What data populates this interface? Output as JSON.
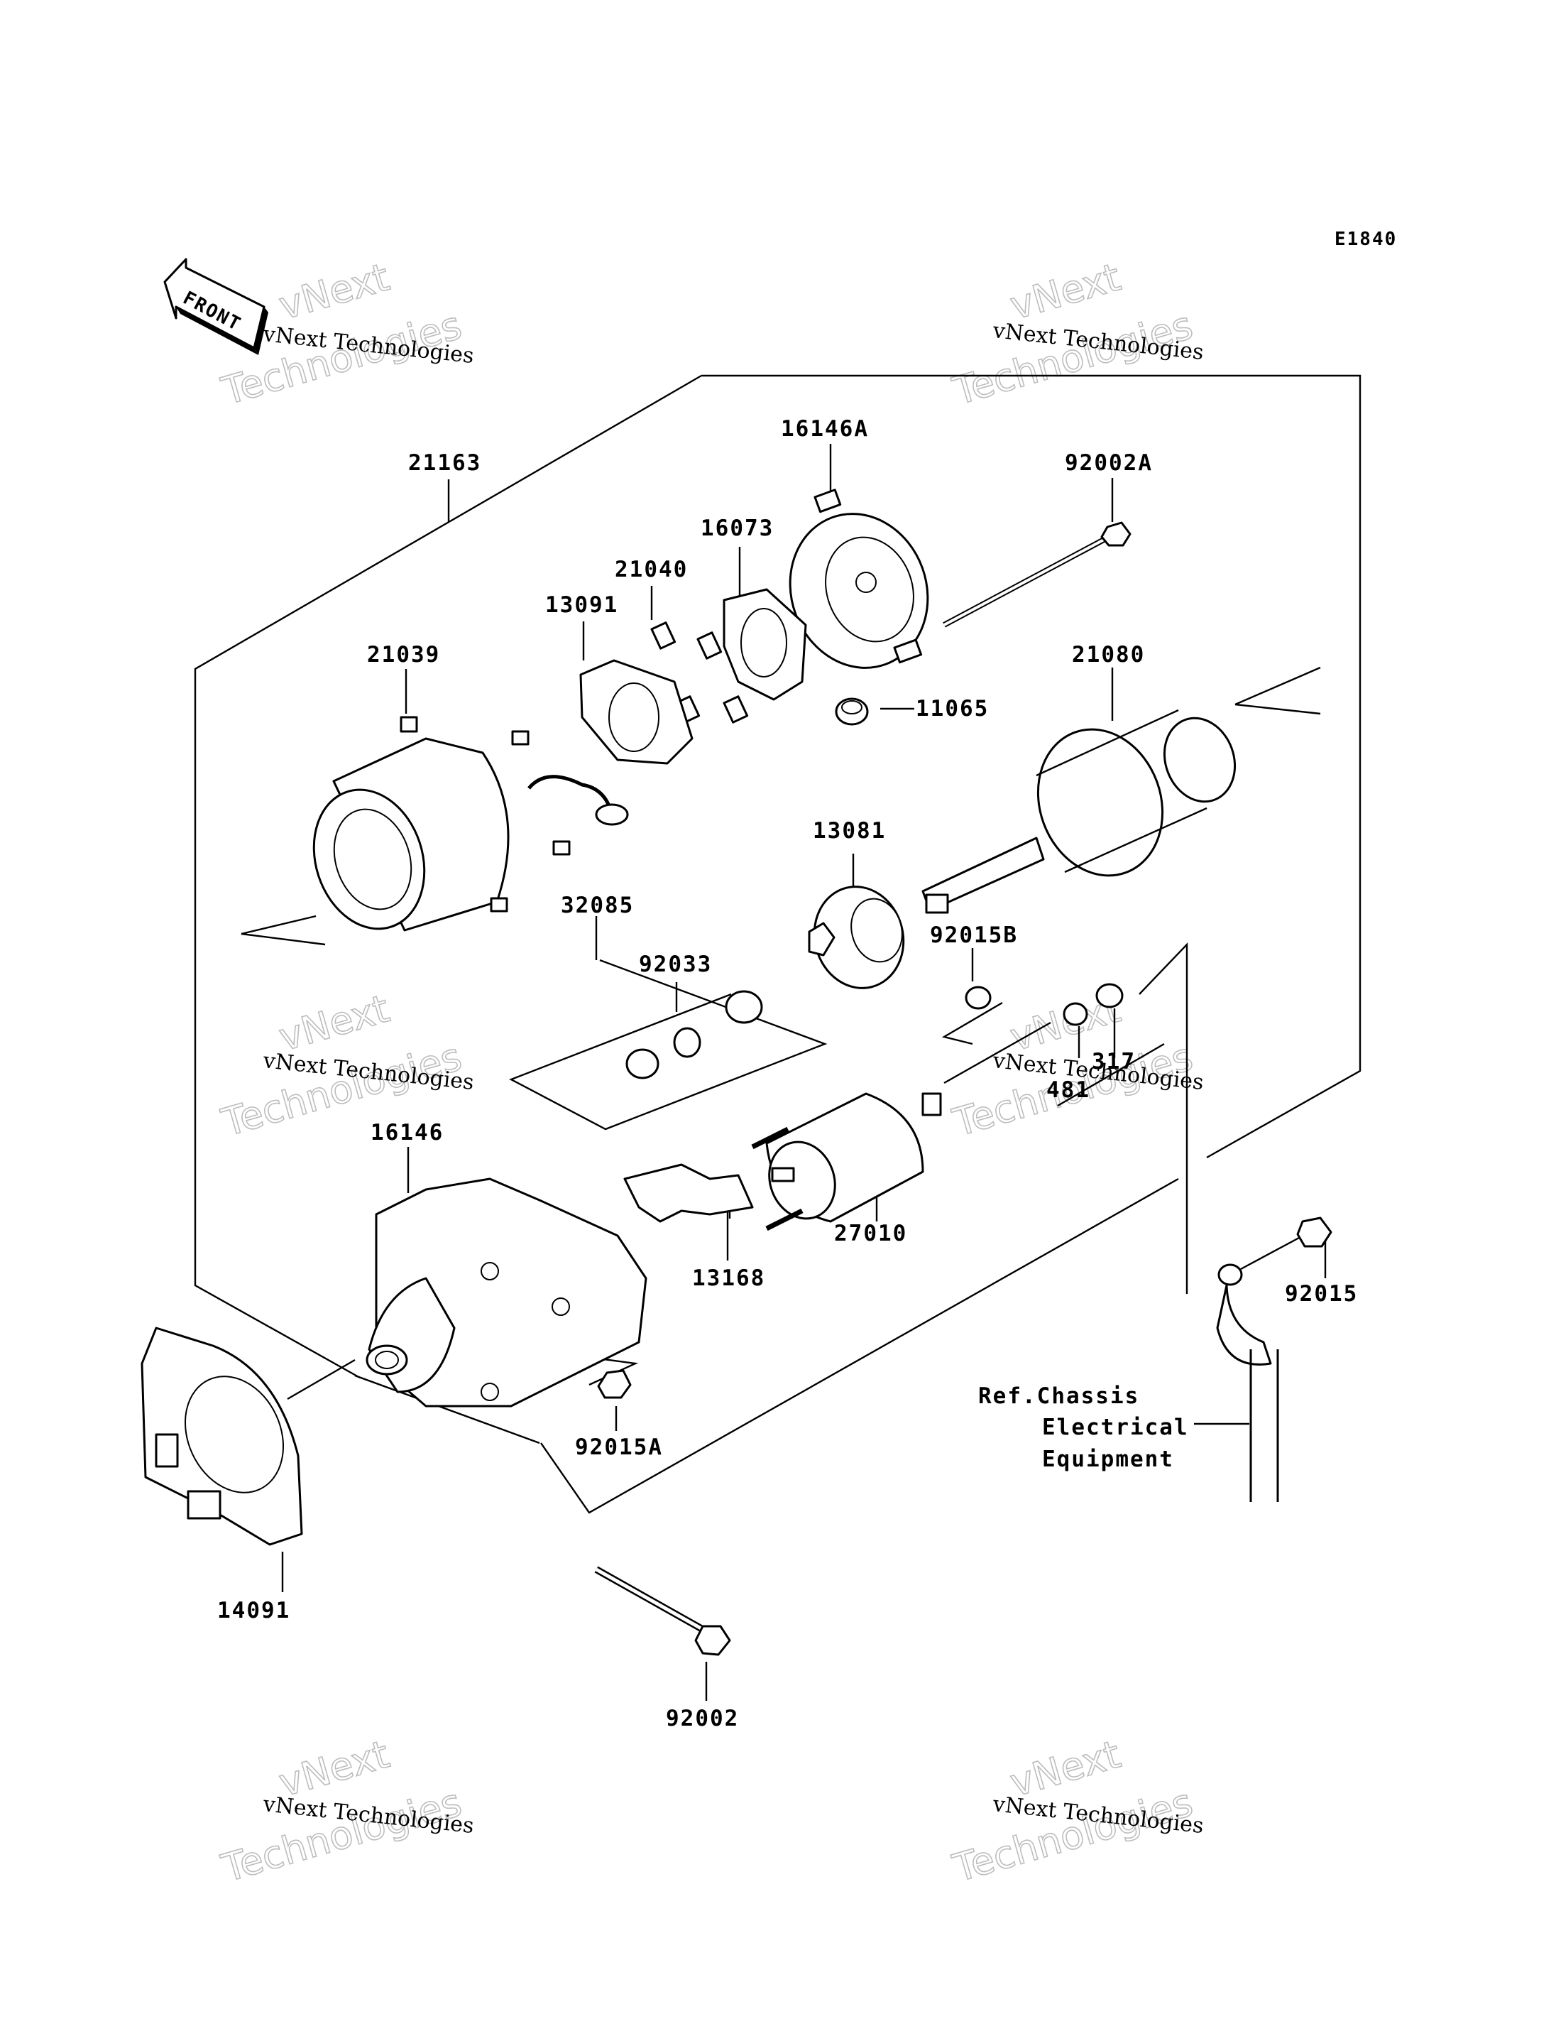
{
  "figure_id": "E1840",
  "direction_badge": "FRONT",
  "watermark": {
    "small": "vNext Technologies",
    "big_line1": "vNext",
    "big_line2": "Technologies"
  },
  "parts": {
    "p21163": "21163",
    "p16146A": "16146A",
    "p92002A": "92002A",
    "p16073": "16073",
    "p21040": "21040",
    "p13091": "13091",
    "p21039": "21039",
    "p21080": "21080",
    "p11065": "11065",
    "p13081": "13081",
    "p32085": "32085",
    "p92033": "92033",
    "p92015B": "92015B",
    "p317": "317",
    "p481": "481",
    "p16146": "16146",
    "p27010": "27010",
    "p13168": "13168",
    "p92015": "92015",
    "p92015A": "92015A",
    "p14091": "14091",
    "p92002": "92002"
  },
  "reference": {
    "line1": "Ref.Chassis",
    "line2": "Electrical",
    "line3": "Equipment"
  }
}
